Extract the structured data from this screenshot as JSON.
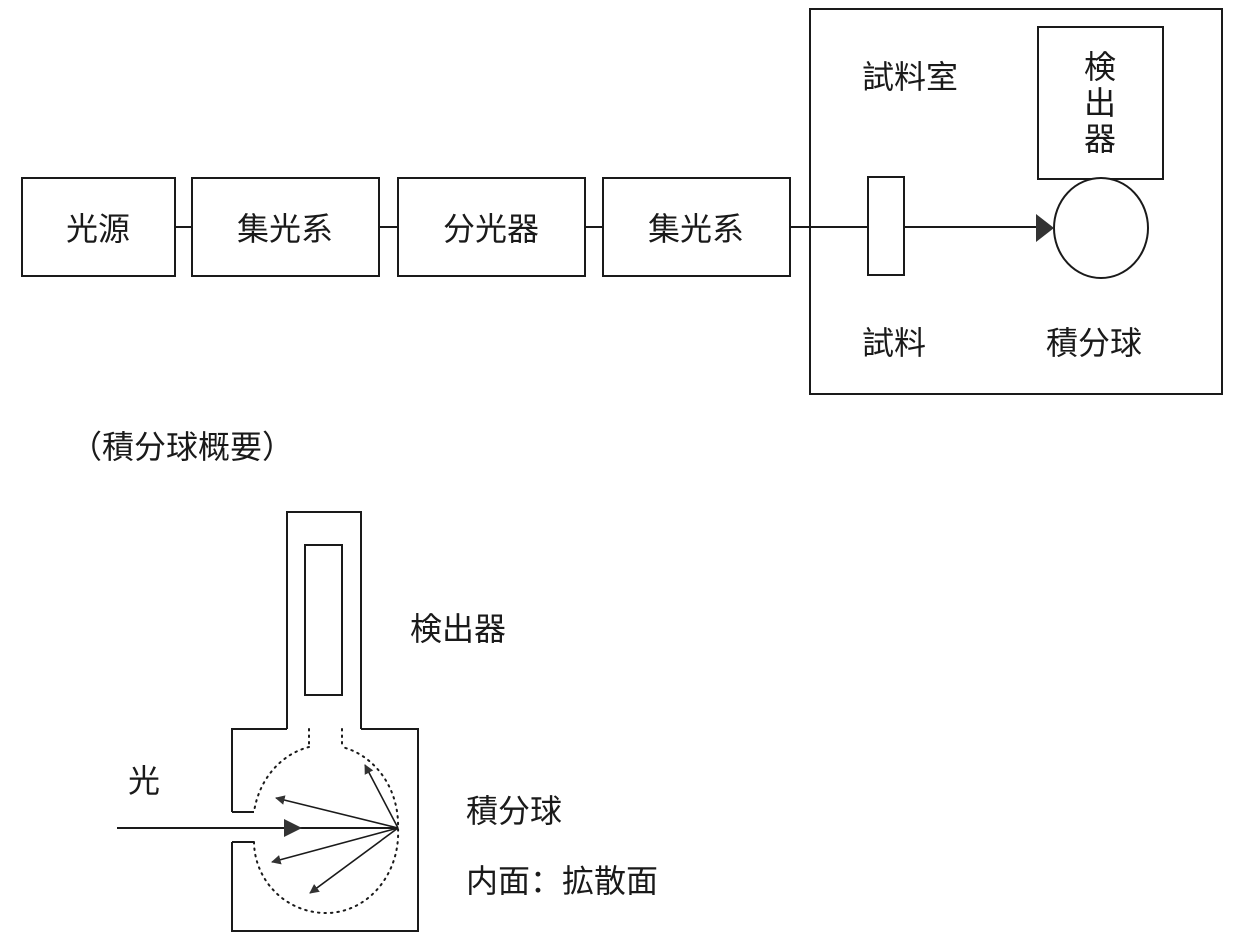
{
  "top_diagram": {
    "blocks": [
      "光源",
      "集光系",
      "分光器",
      "集光系"
    ],
    "sample_chamber_label": "試料室",
    "detector_label_lines": [
      "検",
      "出",
      "器"
    ],
    "sample_label": "試料",
    "integrating_sphere_label": "積分球"
  },
  "bottom_diagram": {
    "caption": "（積分球概要）",
    "detector_label": "検出器",
    "light_label": "光",
    "sphere_label": "積分球",
    "inner_surface_label": "内面：拡散面"
  }
}
